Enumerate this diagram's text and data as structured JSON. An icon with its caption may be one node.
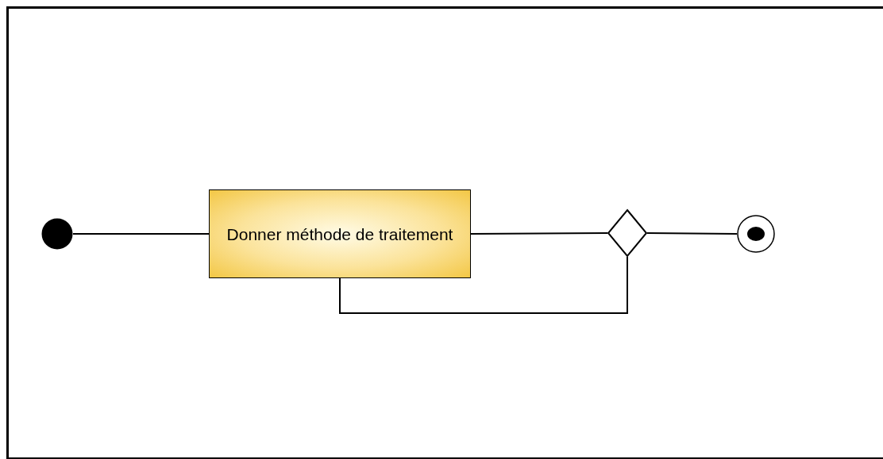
{
  "diagram": {
    "nodes": [
      {
        "text": [],
        "shape": "circle"
      },
      {
        "text": [
          "Donner méthode de traitement"
        ]
      },
      {
        "text": [],
        "shape": "diamond"
      },
      {
        "text": [],
        "shape": "bullseye"
      }
    ],
    "edges": [
      {
        "from": 0,
        "to": 1,
        "arrow": "none"
      },
      {
        "from": 1,
        "to": 2,
        "arrow": "none"
      },
      {
        "from": 2,
        "to": 1,
        "arrow": "none"
      },
      {
        "from": 2,
        "to": 3,
        "arrow": "none"
      }
    ]
  }
}
